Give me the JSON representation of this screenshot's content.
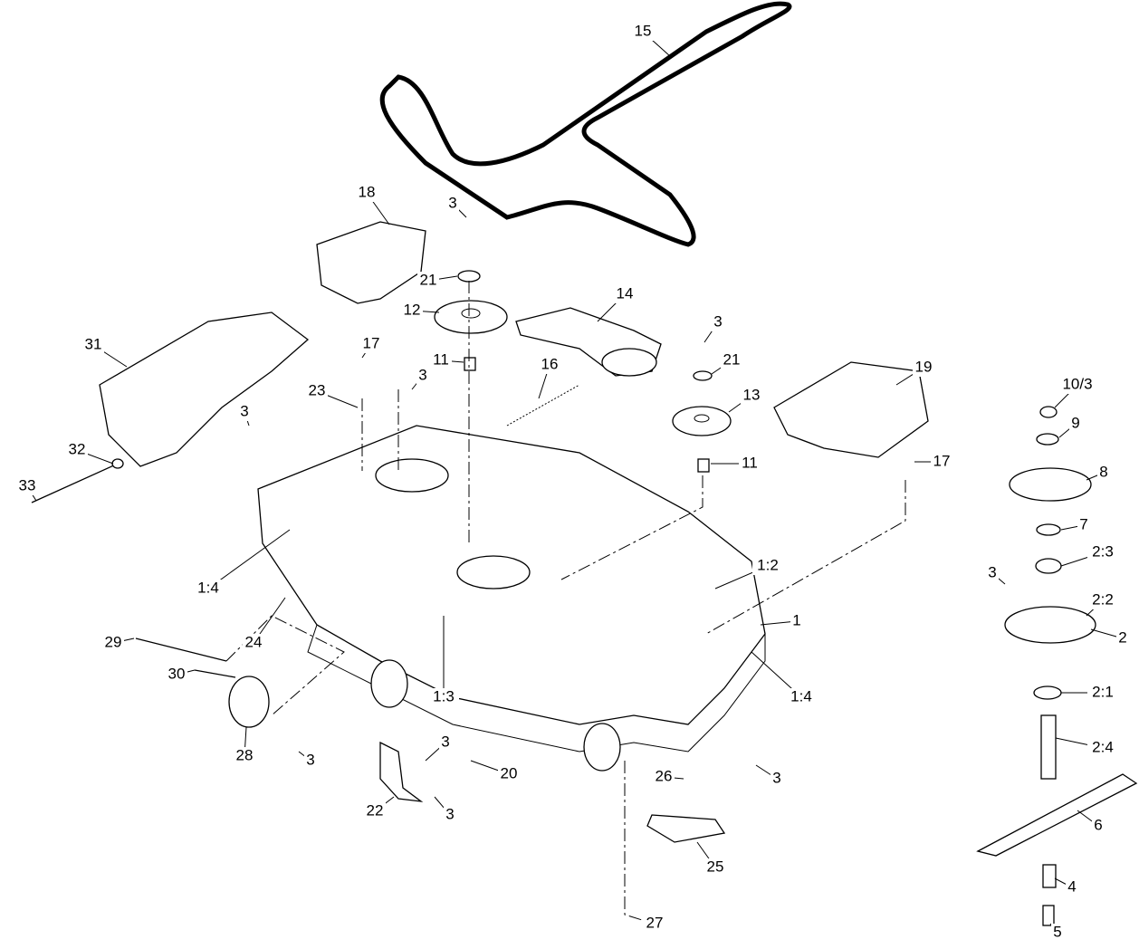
{
  "diagram": {
    "type": "exploded parts diagram",
    "callouts": [
      "15",
      "18",
      "3",
      "21",
      "12",
      "14",
      "3",
      "21",
      "11",
      "16",
      "13",
      "19",
      "31",
      "17",
      "3",
      "23",
      "3",
      "10/3",
      "9",
      "8",
      "11",
      "17",
      "32",
      "33",
      "7",
      "3",
      "2:3",
      "1:2",
      "2:2",
      "1:4",
      "1",
      "2",
      "24",
      "29",
      "30",
      "1:3",
      "1:4",
      "2:1",
      "28",
      "3",
      "3",
      "20",
      "3",
      "26",
      "2:4",
      "6",
      "22",
      "3",
      "25",
      "4",
      "27",
      "5"
    ]
  }
}
